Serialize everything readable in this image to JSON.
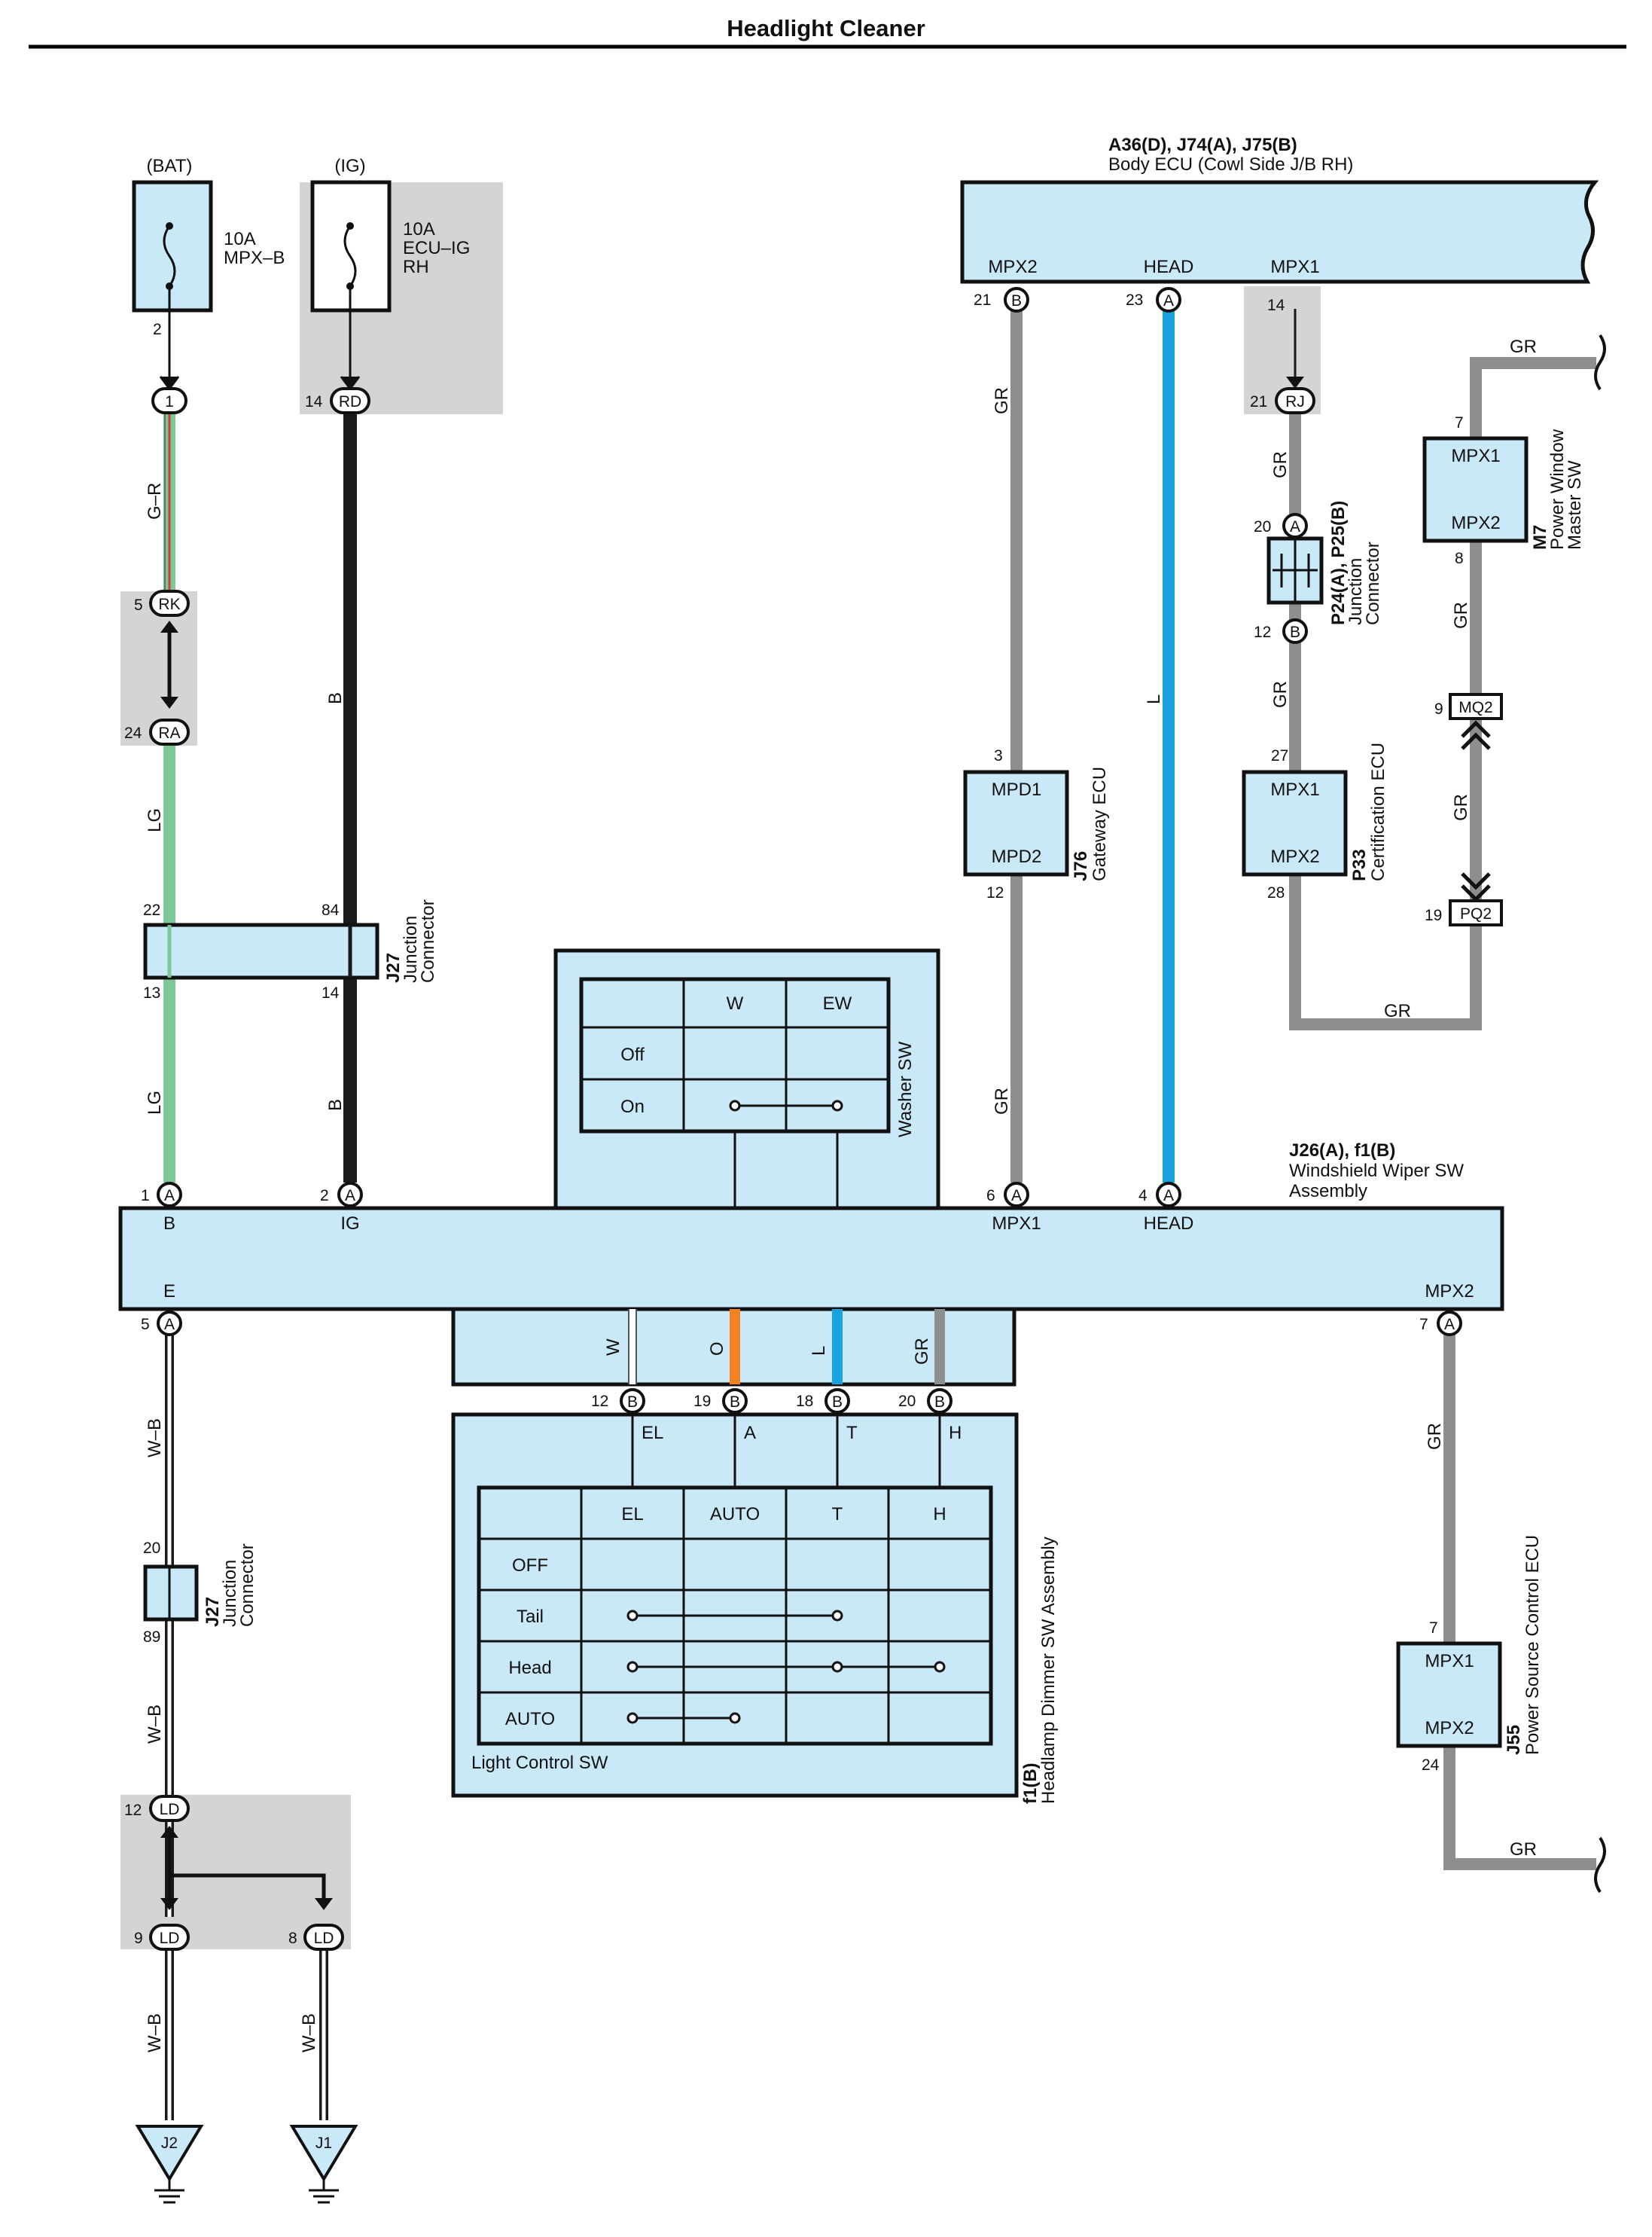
{
  "title": "Headlight Cleaner",
  "sources": {
    "bat": {
      "label": "(BAT)",
      "fuse": [
        "10A",
        "MPX–B"
      ],
      "pin": "2"
    },
    "ig": {
      "label": "(IG)",
      "fuse": [
        "10A",
        "ECU–IG",
        "RH"
      ]
    }
  },
  "body_ecu": {
    "codes": "A36(D), J74(A), J75(B)",
    "name": "Body ECU (Cowl Side J/B RH)",
    "terminals": [
      "MPX2",
      "HEAD",
      "MPX1"
    ],
    "pins": [
      {
        "num": "21",
        "conn": "B"
      },
      {
        "num": "23",
        "conn": "A"
      },
      {
        "num": "14",
        "conn": ""
      }
    ]
  },
  "connectors": {
    "c1": "1",
    "rd": {
      "num": "14",
      "code": "RD"
    },
    "rk": {
      "num": "5",
      "code": "RK"
    },
    "ra": {
      "num": "24",
      "code": "RA"
    },
    "rj": {
      "num": "21",
      "code": "RJ"
    },
    "mq2": {
      "num": "9",
      "code": "MQ2"
    },
    "pq2": {
      "num": "19",
      "code": "PQ2"
    },
    "ld12": {
      "num": "12",
      "code": "LD"
    },
    "ld9": {
      "num": "9",
      "code": "LD"
    },
    "ld8": {
      "num": "8",
      "code": "LD"
    }
  },
  "wires": {
    "gr": "G–R",
    "lg": "LG",
    "b": "B",
    "wb": "W–B",
    "gray": "GR",
    "l": "L",
    "w": "W",
    "o": "O"
  },
  "j27_top": {
    "code": "J27",
    "name": [
      "Junction",
      "Connector"
    ],
    "pins": [
      "22",
      "13",
      "84",
      "14"
    ]
  },
  "j27_bottom": {
    "code": "J27",
    "name": [
      "Junction",
      "Connector"
    ],
    "pins": [
      "20",
      "89"
    ]
  },
  "p24": {
    "code": "P24(A), P25(B)",
    "name": [
      "Junction",
      "Connector"
    ],
    "pins": [
      "20",
      "12"
    ],
    "conns": [
      "A",
      "B"
    ]
  },
  "j76": {
    "code": "J76",
    "name": "Gateway ECU",
    "terminals": [
      "MPD1",
      "MPD2"
    ],
    "pins": [
      "3",
      "12"
    ]
  },
  "p33": {
    "code": "P33",
    "name": "Certification ECU",
    "terminals": [
      "MPX1",
      "MPX2"
    ],
    "pins": [
      "27",
      "28"
    ]
  },
  "m7": {
    "code": "M7",
    "name": [
      "Power Window",
      "Master SW"
    ],
    "terminals": [
      "MPX1",
      "MPX2"
    ],
    "pins": [
      "7",
      "8"
    ]
  },
  "j55": {
    "code": "J55",
    "name": "Power Source Control ECU",
    "terminals": [
      "MPX1",
      "MPX2"
    ],
    "pins": [
      "7",
      "24"
    ]
  },
  "washer": {
    "name": "Washer SW",
    "cols": [
      "W",
      "EW"
    ],
    "rows": [
      "Off",
      "On"
    ]
  },
  "wiper_assy": {
    "codes": "J26(A), f1(B)",
    "name": [
      "Windshield Wiper SW",
      "Assembly"
    ],
    "top_terminals": [
      "B",
      "IG",
      "MPX1",
      "HEAD"
    ],
    "top_pins": [
      {
        "num": "1",
        "conn": "A"
      },
      {
        "num": "2",
        "conn": "A"
      },
      {
        "num": "6",
        "conn": "A"
      },
      {
        "num": "4",
        "conn": "A"
      }
    ],
    "bottom_terminals": [
      "E",
      "MPX2"
    ],
    "bottom_pins": [
      {
        "num": "5",
        "conn": "A"
      },
      {
        "num": "7",
        "conn": "A"
      }
    ]
  },
  "dimmer": {
    "code": "f1(B)",
    "name": "Headlamp Dimmer SW Assembly",
    "pins": [
      {
        "num": "12",
        "conn": "B",
        "term": "EL"
      },
      {
        "num": "19",
        "conn": "B",
        "term": "A"
      },
      {
        "num": "18",
        "conn": "B",
        "term": "T"
      },
      {
        "num": "20",
        "conn": "B",
        "term": "H"
      }
    ],
    "table_cols": [
      "EL",
      "AUTO",
      "T",
      "H"
    ],
    "table_rows": [
      "OFF",
      "Tail",
      "Head",
      "AUTO"
    ],
    "switch_name": "Light Control SW"
  },
  "grounds": [
    "J2",
    "J1"
  ],
  "colors": {
    "fill": "#c9e8f8",
    "gray_wire": "#8e8e8e",
    "blue_wire": "#1aa3e0",
    "green_wire": "#7ec896",
    "orange_wire": "#f58220",
    "shade": "#d4d4d6"
  }
}
